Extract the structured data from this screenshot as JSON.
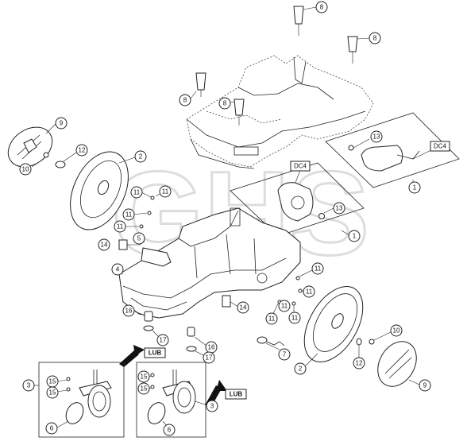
{
  "watermark": "GHS",
  "callouts": {
    "c8a": "8",
    "c8b": "8",
    "c8c": "8",
    "c8d": "8",
    "c9a": "9",
    "c9b": "9",
    "c10a": "10",
    "c10b": "10",
    "c12a": "12",
    "c12b": "12",
    "c2a": "2",
    "c2b": "2",
    "c11a": "11",
    "c11b": "11",
    "c11c": "11",
    "c11d": "11",
    "c11e": "11",
    "c11f": "11",
    "c11g": "11",
    "c11h": "11",
    "c11i": "11",
    "c14a": "14",
    "c14b": "14",
    "c5": "5",
    "c4": "4",
    "c16a": "16",
    "c16b": "16",
    "c17a": "17",
    "c17b": "17",
    "c13a": "13",
    "c13b": "13",
    "c1a": "1",
    "c1b": "1",
    "c7": "7",
    "c3a": "3",
    "c3b": "3",
    "c15a": "15",
    "c15b": "15",
    "c15c": "15",
    "c15d": "15",
    "c6a": "6",
    "c6b": "6"
  },
  "labels": {
    "dc4a": "DC4",
    "dc4b": "DC4",
    "luba": "LUB",
    "lubb": "LUB"
  }
}
